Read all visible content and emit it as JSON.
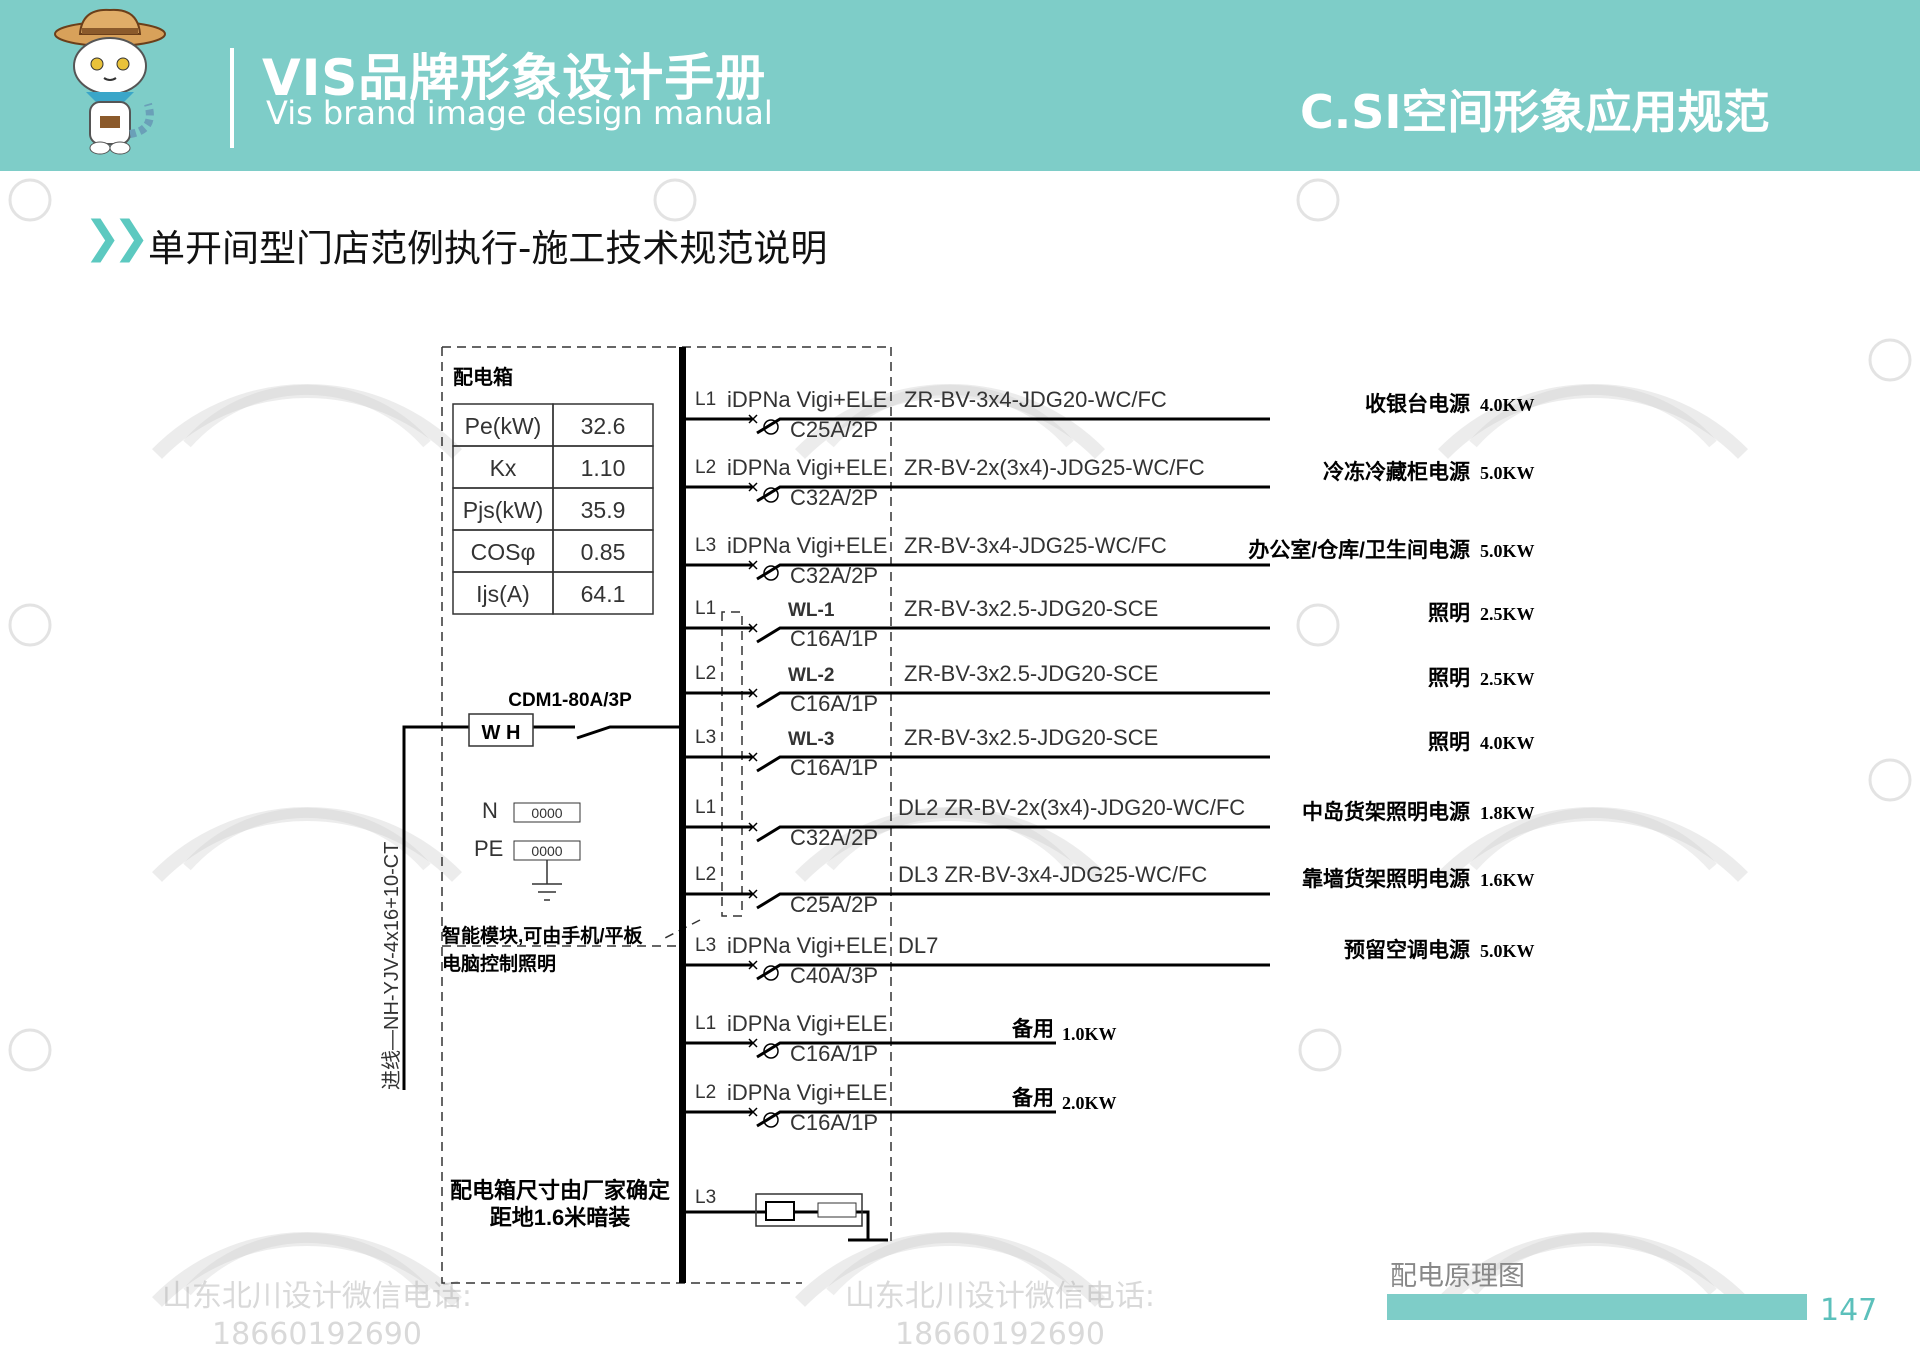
{
  "header": {
    "title": "VIS品牌形象设计手册",
    "subtitle": "Vis brand image design manual",
    "section": "C.SI空间形象应用规范"
  },
  "page_title": "单开间型门店范例执行-施工技术规范说明",
  "watermark": {
    "line1": "山东北川设计微信电话:",
    "line2": "18660192690"
  },
  "panel": {
    "label": "配电箱",
    "table": [
      [
        "Pe(kW)",
        "32.6"
      ],
      [
        "Kx",
        "1.10"
      ],
      [
        "Pjs(kW)",
        "35.9"
      ],
      [
        "COSφ",
        "0.85"
      ],
      [
        "Ijs(A)",
        "64.1"
      ]
    ],
    "main_switch": "CDM1-80A/3P",
    "meter": "W H",
    "incoming_cable": "进线—NH-YJV-4x16+10-CT",
    "n_label": "N",
    "pe_label": "PE",
    "terminal": "0000",
    "smart_note_1": "智能模块,可由手机/平板",
    "smart_note_2": "电脑控制照明",
    "size_note_1": "配电箱尺寸由厂家确定",
    "size_note_2": "距地1.6米暗装"
  },
  "circuits": [
    {
      "phase": "L1",
      "type": "iDPNa Vigi+ELE",
      "spec": "C25A/2P",
      "cable": "ZR-BV-3x4-JDG20-WC/FC",
      "load": "收银台电源",
      "power": "4.0KW",
      "rcd": true
    },
    {
      "phase": "L2",
      "type": "iDPNa Vigi+ELE",
      "spec": "C32A/2P",
      "cable": "ZR-BV-2x(3x4)-JDG25-WC/FC",
      "load": "冷冻冷藏柜电源",
      "power": "5.0KW",
      "rcd": true
    },
    {
      "phase": "L3",
      "type": "iDPNa Vigi+ELE",
      "spec": "C32A/2P",
      "cable": "ZR-BV-3x4-JDG25-WC/FC",
      "load": "办公室/仓库/卫生间电源",
      "power": "5.0KW",
      "rcd": true
    },
    {
      "phase": "L1",
      "type": "WL-1",
      "spec": "C16A/1P",
      "cable": "ZR-BV-3x2.5-JDG20-SCE",
      "load": "照明",
      "power": "2.5KW",
      "rcd": false
    },
    {
      "phase": "L2",
      "type": "WL-2",
      "spec": "C16A/1P",
      "cable": "ZR-BV-3x2.5-JDG20-SCE",
      "load": "照明",
      "power": "2.5KW",
      "rcd": false
    },
    {
      "phase": "L3",
      "type": "WL-3",
      "spec": "C16A/1P",
      "cable": "ZR-BV-3x2.5-JDG20-SCE",
      "load": "照明",
      "power": "4.0KW",
      "rcd": false
    },
    {
      "phase": "L1",
      "type": "",
      "spec": "C32A/2P",
      "cable": "DL2 ZR-BV-2x(3x4)-JDG20-WC/FC",
      "load": "中岛货架照明电源",
      "power": "1.8KW",
      "rcd": false
    },
    {
      "phase": "L2",
      "type": "",
      "spec": "C25A/2P",
      "cable": "DL3 ZR-BV-3x4-JDG25-WC/FC",
      "load": "靠墙货架照明电源",
      "power": "1.6KW",
      "rcd": false
    },
    {
      "phase": "L3",
      "type": "iDPNa Vigi+ELE",
      "spec": "C40A/3P",
      "cable": "DL7",
      "load": "预留空调电源",
      "power": "5.0KW",
      "rcd": true
    },
    {
      "phase": "L1",
      "type": "iDPNa Vigi+ELE",
      "spec": "C16A/1P",
      "cable": "",
      "load": "备用",
      "power": "1.0KW",
      "rcd": true,
      "spare": true
    },
    {
      "phase": "L2",
      "type": "iDPNa Vigi+ELE",
      "spec": "C16A/1P",
      "cable": "",
      "load": "备用",
      "power": "2.0KW",
      "rcd": true,
      "spare": true
    }
  ],
  "spd": {
    "phase": "L3"
  },
  "footer": {
    "label": "配电原理图",
    "page": "147"
  },
  "colors": {
    "teal": "#7ecdc8",
    "accent": "#5cc9c0"
  }
}
